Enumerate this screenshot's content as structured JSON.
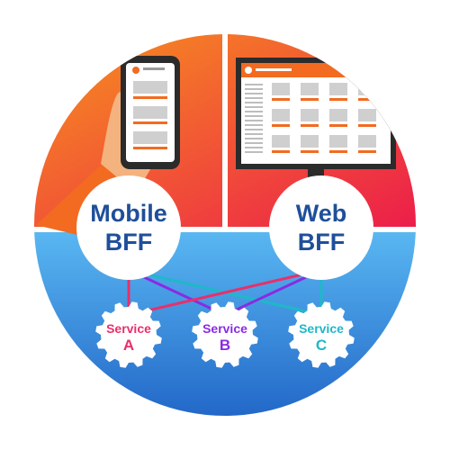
{
  "colors": {
    "top_gradient_start": "#f7941d",
    "top_gradient_end": "#ec1c4b",
    "bottom_gradient_start": "#5ab8f2",
    "bottom_gradient_end": "#1f63c6",
    "bff_text": "#1f4f9a",
    "service_a": "#e8306a",
    "service_b": "#8a2be2",
    "service_c": "#1fb8c8",
    "accent_orange": "#f26b21",
    "device_dark": "#2b2b2b"
  },
  "bff": {
    "mobile": {
      "line1": "Mobile",
      "line2": "BFF"
    },
    "web": {
      "line1": "Web",
      "line2": "BFF"
    }
  },
  "services": [
    {
      "word": "Service",
      "letter": "A",
      "color": "#e8306a"
    },
    {
      "word": "Service",
      "letter": "B",
      "color": "#8a2be2"
    },
    {
      "word": "Service",
      "letter": "C",
      "color": "#1fb8c8"
    }
  ],
  "connections": [
    {
      "from": "mobile",
      "to": "A",
      "color": "#e8306a"
    },
    {
      "from": "mobile",
      "to": "B",
      "color": "#8a2be2"
    },
    {
      "from": "mobile",
      "to": "C",
      "color": "#1fb8c8"
    },
    {
      "from": "web",
      "to": "A",
      "color": "#e8306a"
    },
    {
      "from": "web",
      "to": "B",
      "color": "#8a2be2"
    },
    {
      "from": "web",
      "to": "C",
      "color": "#1fb8c8"
    }
  ],
  "icons": [
    "smartphone-icon",
    "hand-icon",
    "desktop-monitor-icon",
    "gear-icon"
  ]
}
